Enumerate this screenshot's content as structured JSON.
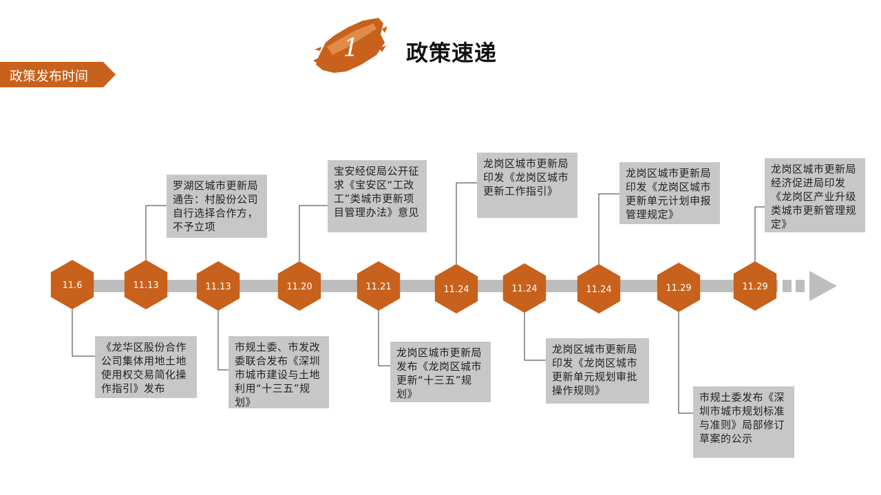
{
  "header": {
    "badge_number": "1",
    "title": "政策速递"
  },
  "section_tag": "政策发布时间",
  "colors": {
    "accent": "#c8611b",
    "accent_light": "#e89a5a",
    "timeline": "#bdbdbd",
    "box": "#c7c7c7"
  },
  "timeline": {
    "nodes": [
      {
        "date": "11.6",
        "text": "《龙华区股份合作公司集体用地土地使用权交易简化操作指引》发布"
      },
      {
        "date": "11.13",
        "text": "罗湖区城市更新局通告：村股份公司自行选择合作方，不予立项"
      },
      {
        "date": "11.13",
        "text": "市规土委、市发改委联合发布《深圳市城市建设与土地利用“十三五”规划》"
      },
      {
        "date": "11.20",
        "text": "宝安经促局公开征求《宝安区“工改工”类城市更新项目管理办法》意见"
      },
      {
        "date": "11.21",
        "text": "龙岗区城市更新局发布《龙岗区城市更新“十三五”规划》"
      },
      {
        "date": "11.24",
        "text": "龙岗区城市更新局印发《龙岗区城市更新工作指引》"
      },
      {
        "date": "11.24",
        "text": "龙岗区城市更新局印发《龙岗区城市更新单元规划审批操作规则》"
      },
      {
        "date": "11.24",
        "text": "龙岗区城市更新局印发《龙岗区城市更新单元计划申报管理规定》"
      },
      {
        "date": "11.29",
        "text": "市规土委发布《深圳市城市规划标准与准则》局部修订草案的公示"
      },
      {
        "date": "11.29",
        "text": "龙岗区城市更新局 经济促进局印发《龙岗区产业升级类城市更新管理规定》"
      }
    ]
  }
}
